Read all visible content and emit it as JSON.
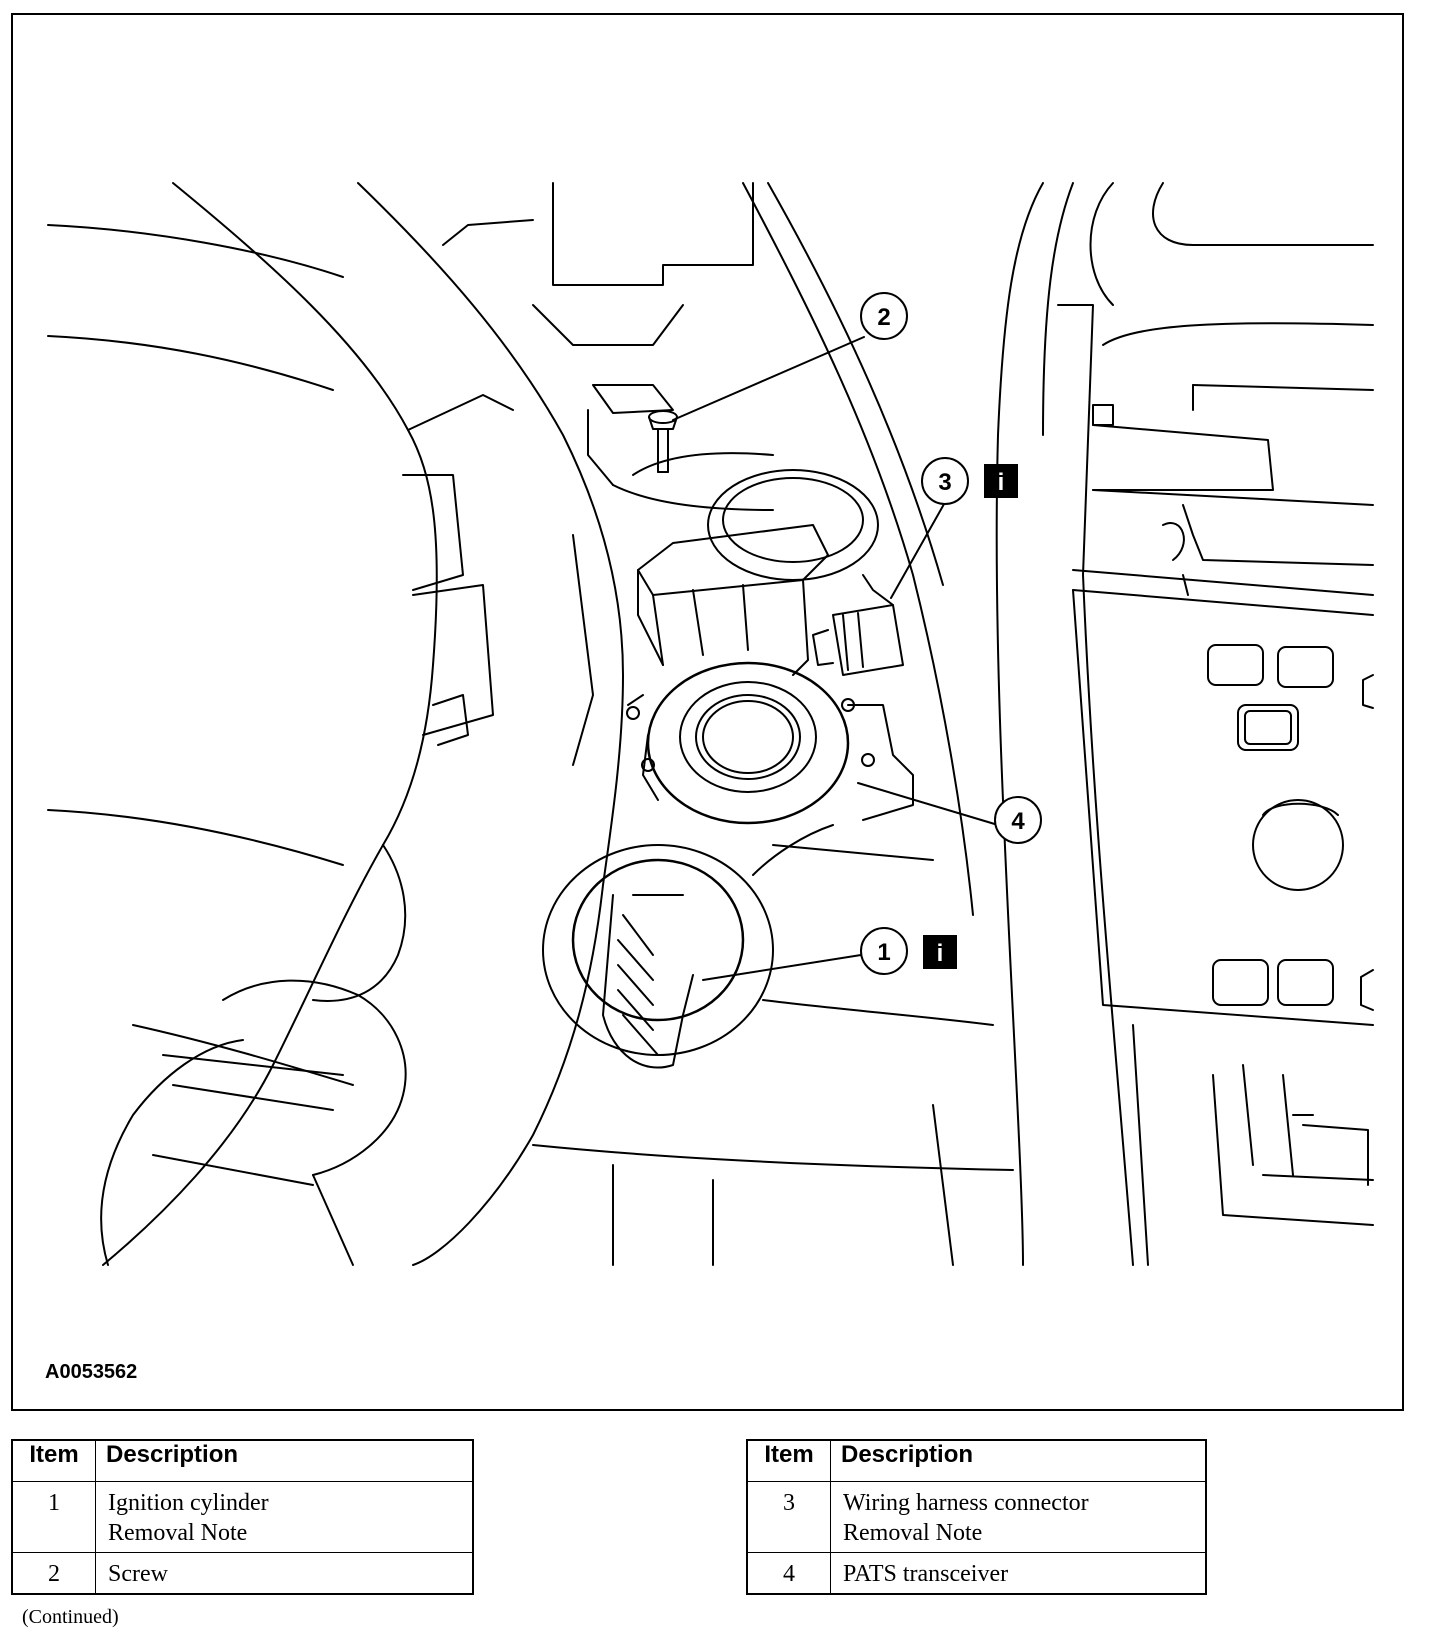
{
  "figure": {
    "id": "A0053562",
    "callouts": [
      {
        "number": "1",
        "has_info_icon": true
      },
      {
        "number": "2",
        "has_info_icon": false
      },
      {
        "number": "3",
        "has_info_icon": true
      },
      {
        "number": "4",
        "has_info_icon": false
      }
    ],
    "info_icon_glyph": "i"
  },
  "legend_left": {
    "header_item": "Item",
    "header_description": "Description",
    "rows": [
      {
        "item": "1",
        "line1": "Ignition cylinder",
        "line2": "Removal Note"
      },
      {
        "item": "2",
        "line1": "Screw",
        "line2": ""
      }
    ]
  },
  "legend_right": {
    "header_item": "Item",
    "header_description": "Description",
    "rows": [
      {
        "item": "3",
        "line1": "Wiring harness connector",
        "line2": "Removal Note"
      },
      {
        "item": "4",
        "line1": "PATS transceiver",
        "line2": ""
      }
    ]
  },
  "continued": "(Continued)"
}
